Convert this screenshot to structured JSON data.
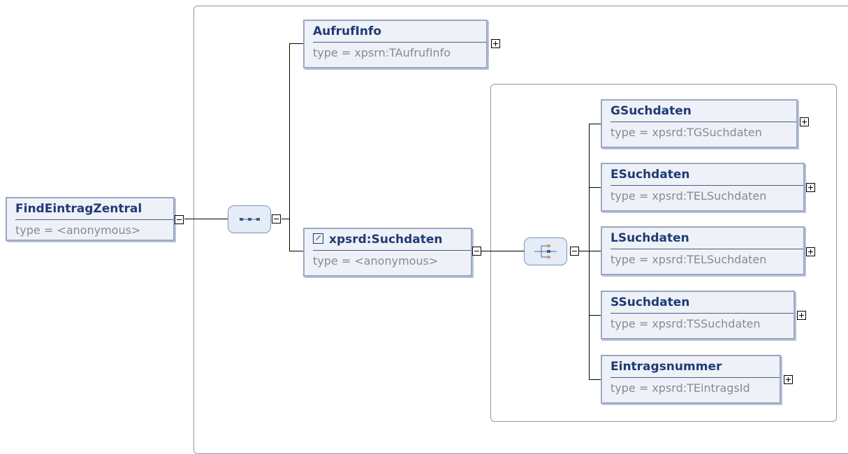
{
  "diagram": {
    "root": {
      "name": "FindEintragZentral",
      "type": "type = <anonymous>"
    },
    "aufruf": {
      "name": "AufrufInfo",
      "type": "type = xpsrn:TAufrufInfo"
    },
    "suchdaten": {
      "name": "xpsrd:Suchdaten",
      "type": "type = <anonymous>"
    },
    "children": [
      {
        "name": "GSuchdaten",
        "type": "type = xpsrd:TGSuchdaten"
      },
      {
        "name": "ESuchdaten",
        "type": "type = xpsrd:TELSuchdaten"
      },
      {
        "name": "LSuchdaten",
        "type": "type = xpsrd:TELSuchdaten"
      },
      {
        "name": "SSuchdaten",
        "type": "type = xpsrd:TSSuchdaten"
      },
      {
        "name": "Eintragsnummer",
        "type": "type = xpsrd:TEintragsId"
      }
    ]
  }
}
